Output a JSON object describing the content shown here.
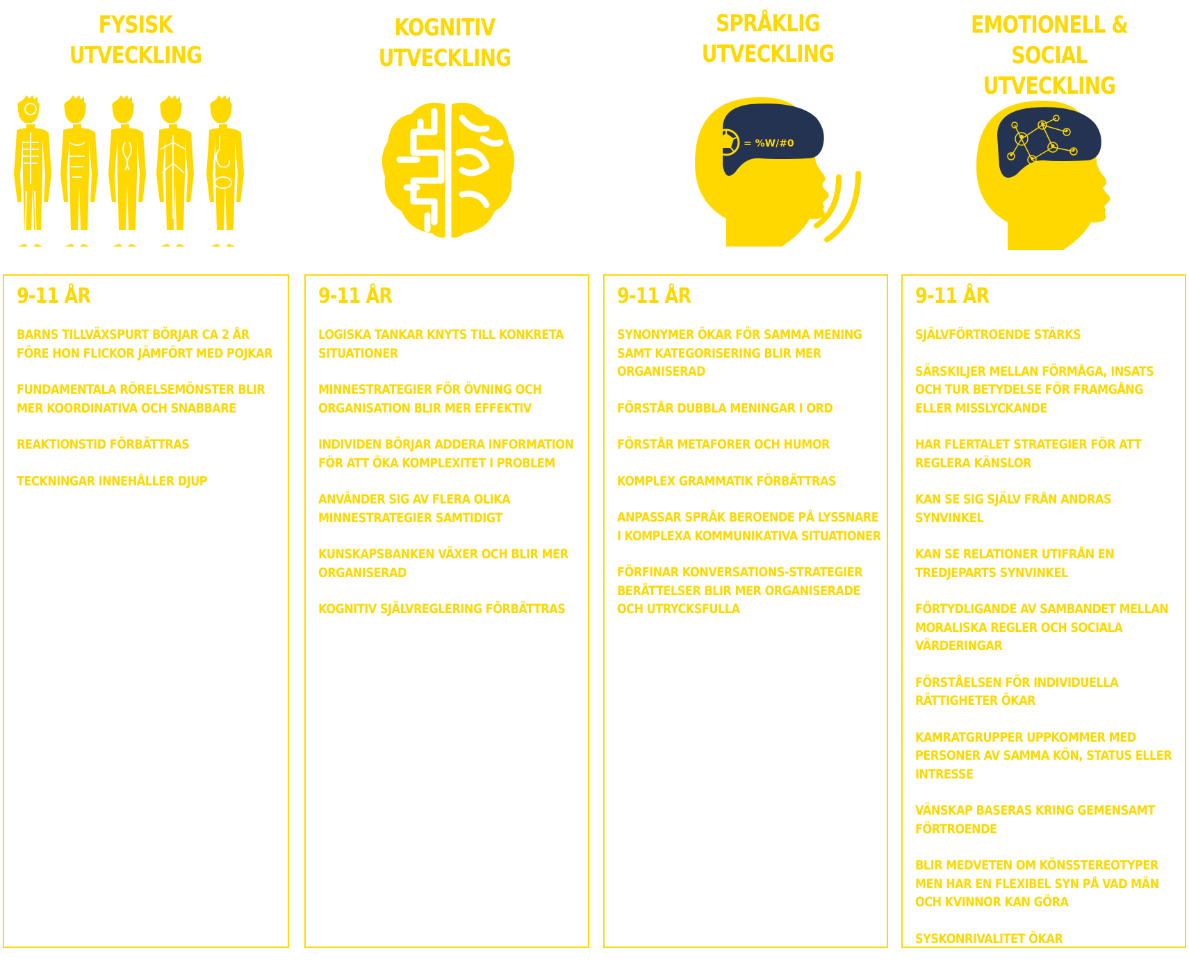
{
  "colors": {
    "accent": "#ffd800",
    "dark": "#243352"
  },
  "columns": [
    {
      "title": "FYSISK\nUTVECKLING",
      "icon": "human-body-systems-icon",
      "age": "9-11 ÅR",
      "items": [
        "BARNS TILLVÄXSPURT BÖRJAR CA 2 ÅR FÖRE HON FLICKOR JÄMFÖRT MED POJKAR",
        "FUNDAMENTALA RÖRELSEMÖNSTER BLIR MER KOORDINATIVA OCH SNABBARE",
        "REAKTIONSTID FÖRBÄTTRAS",
        "TECKNINGAR INNEHÅLLER DJUP"
      ]
    },
    {
      "title": "KOGNITIV\nUTVECKLING",
      "icon": "brain-icon",
      "age": "9-11 ÅR",
      "items": [
        "LOGISKA TANKAR KNYTS TILL KONKRETA SITUATIONER",
        "MINNESTRATEGIER FÖR ÖVNING OCH ORGANISATION BLIR MER EFFEKTIV",
        "INDIVIDEN BÖRJAR ADDERA INFORMATION FÖR ATT ÖKA KOMPLEXITET I PROBLEM",
        "ANVÄNDER SIG AV FLERA OLIKA MINNESTRATEGIER SAMTIDIGT",
        "KUNSKAPSBANKEN VÄXER OCH BLIR MER ORGANISERAD",
        "KOGNITIV SJÄLVREGLERING FÖRBÄTTRAS"
      ]
    },
    {
      "title": "SPRÅKLIG\nUTVECKLING",
      "icon": "speaking-head-icon",
      "icon_text": "= %W/#0",
      "age": "9-11 ÅR",
      "items": [
        "SYNONYMER ÖKAR FÖR SAMMA MENING SAMT KATEGORISERING BLIR MER ORGANISERAD",
        "FÖRSTÅR DUBBLA MENINGAR I ORD",
        "FÖRSTÅR METAFORER OCH HUMOR",
        "KOMPLEX GRAMMATIK FÖRBÄTTRAS",
        "ANPASSAR SPRÅK BEROENDE PÅ LYSSNARE I KOMPLEXA KOMMUNIKATIVA SITUATIONER",
        "FÖRFINAR KONVERSATIONS-STRATEGIER BERÄTTELSER BLIR MER ORGANISERADE OCH UTRYCKSFULLA"
      ]
    },
    {
      "title": "EMOTIONELL &\nSOCIAL UTVECKLING",
      "icon": "social-network-head-icon",
      "age": "9-11 ÅR",
      "items": [
        "SJÄLVFÖRTROENDE STÄRKS",
        "SÄRSKILJER MELLAN FÖRMÅGA, INSATS OCH TUR BETYDELSE FÖR FRAMGÅNG ELLER MISSLYCKANDE",
        "HAR FLERTALET STRATEGIER FÖR ATT REGLERA KÄNSLOR",
        "KAN SE SIG SJÄLV FRÅN ANDRAS SYNVINKEL",
        "KAN SE RELATIONER UTIFRÅN EN TREDJEPARTS SYNVINKEL",
        "FÖRTYDLIGANDE AV SAMBANDET MELLAN MORALISKA REGLER OCH SOCIALA VÄRDERINGAR",
        "FÖRSTÅELSEN FÖR INDIVIDUELLA RÄTTIGHETER ÖKAR",
        "KAMRATGRUPPER UPPKOMMER MED PERSONER AV SAMMA KÖN, STATUS ELLER INTRESSE",
        "VÄNSKAP BASERAS KRING GEMENSAMT FÖRTROENDE",
        "BLIR MEDVETEN OM KÖNSSTEREOTYPER MEN HAR EN FLEXIBEL SYN PÅ VAD MÄN OCH KVINNOR KAN GÖRA",
        "SYSKONRIVALITET ÖKAR"
      ]
    }
  ]
}
